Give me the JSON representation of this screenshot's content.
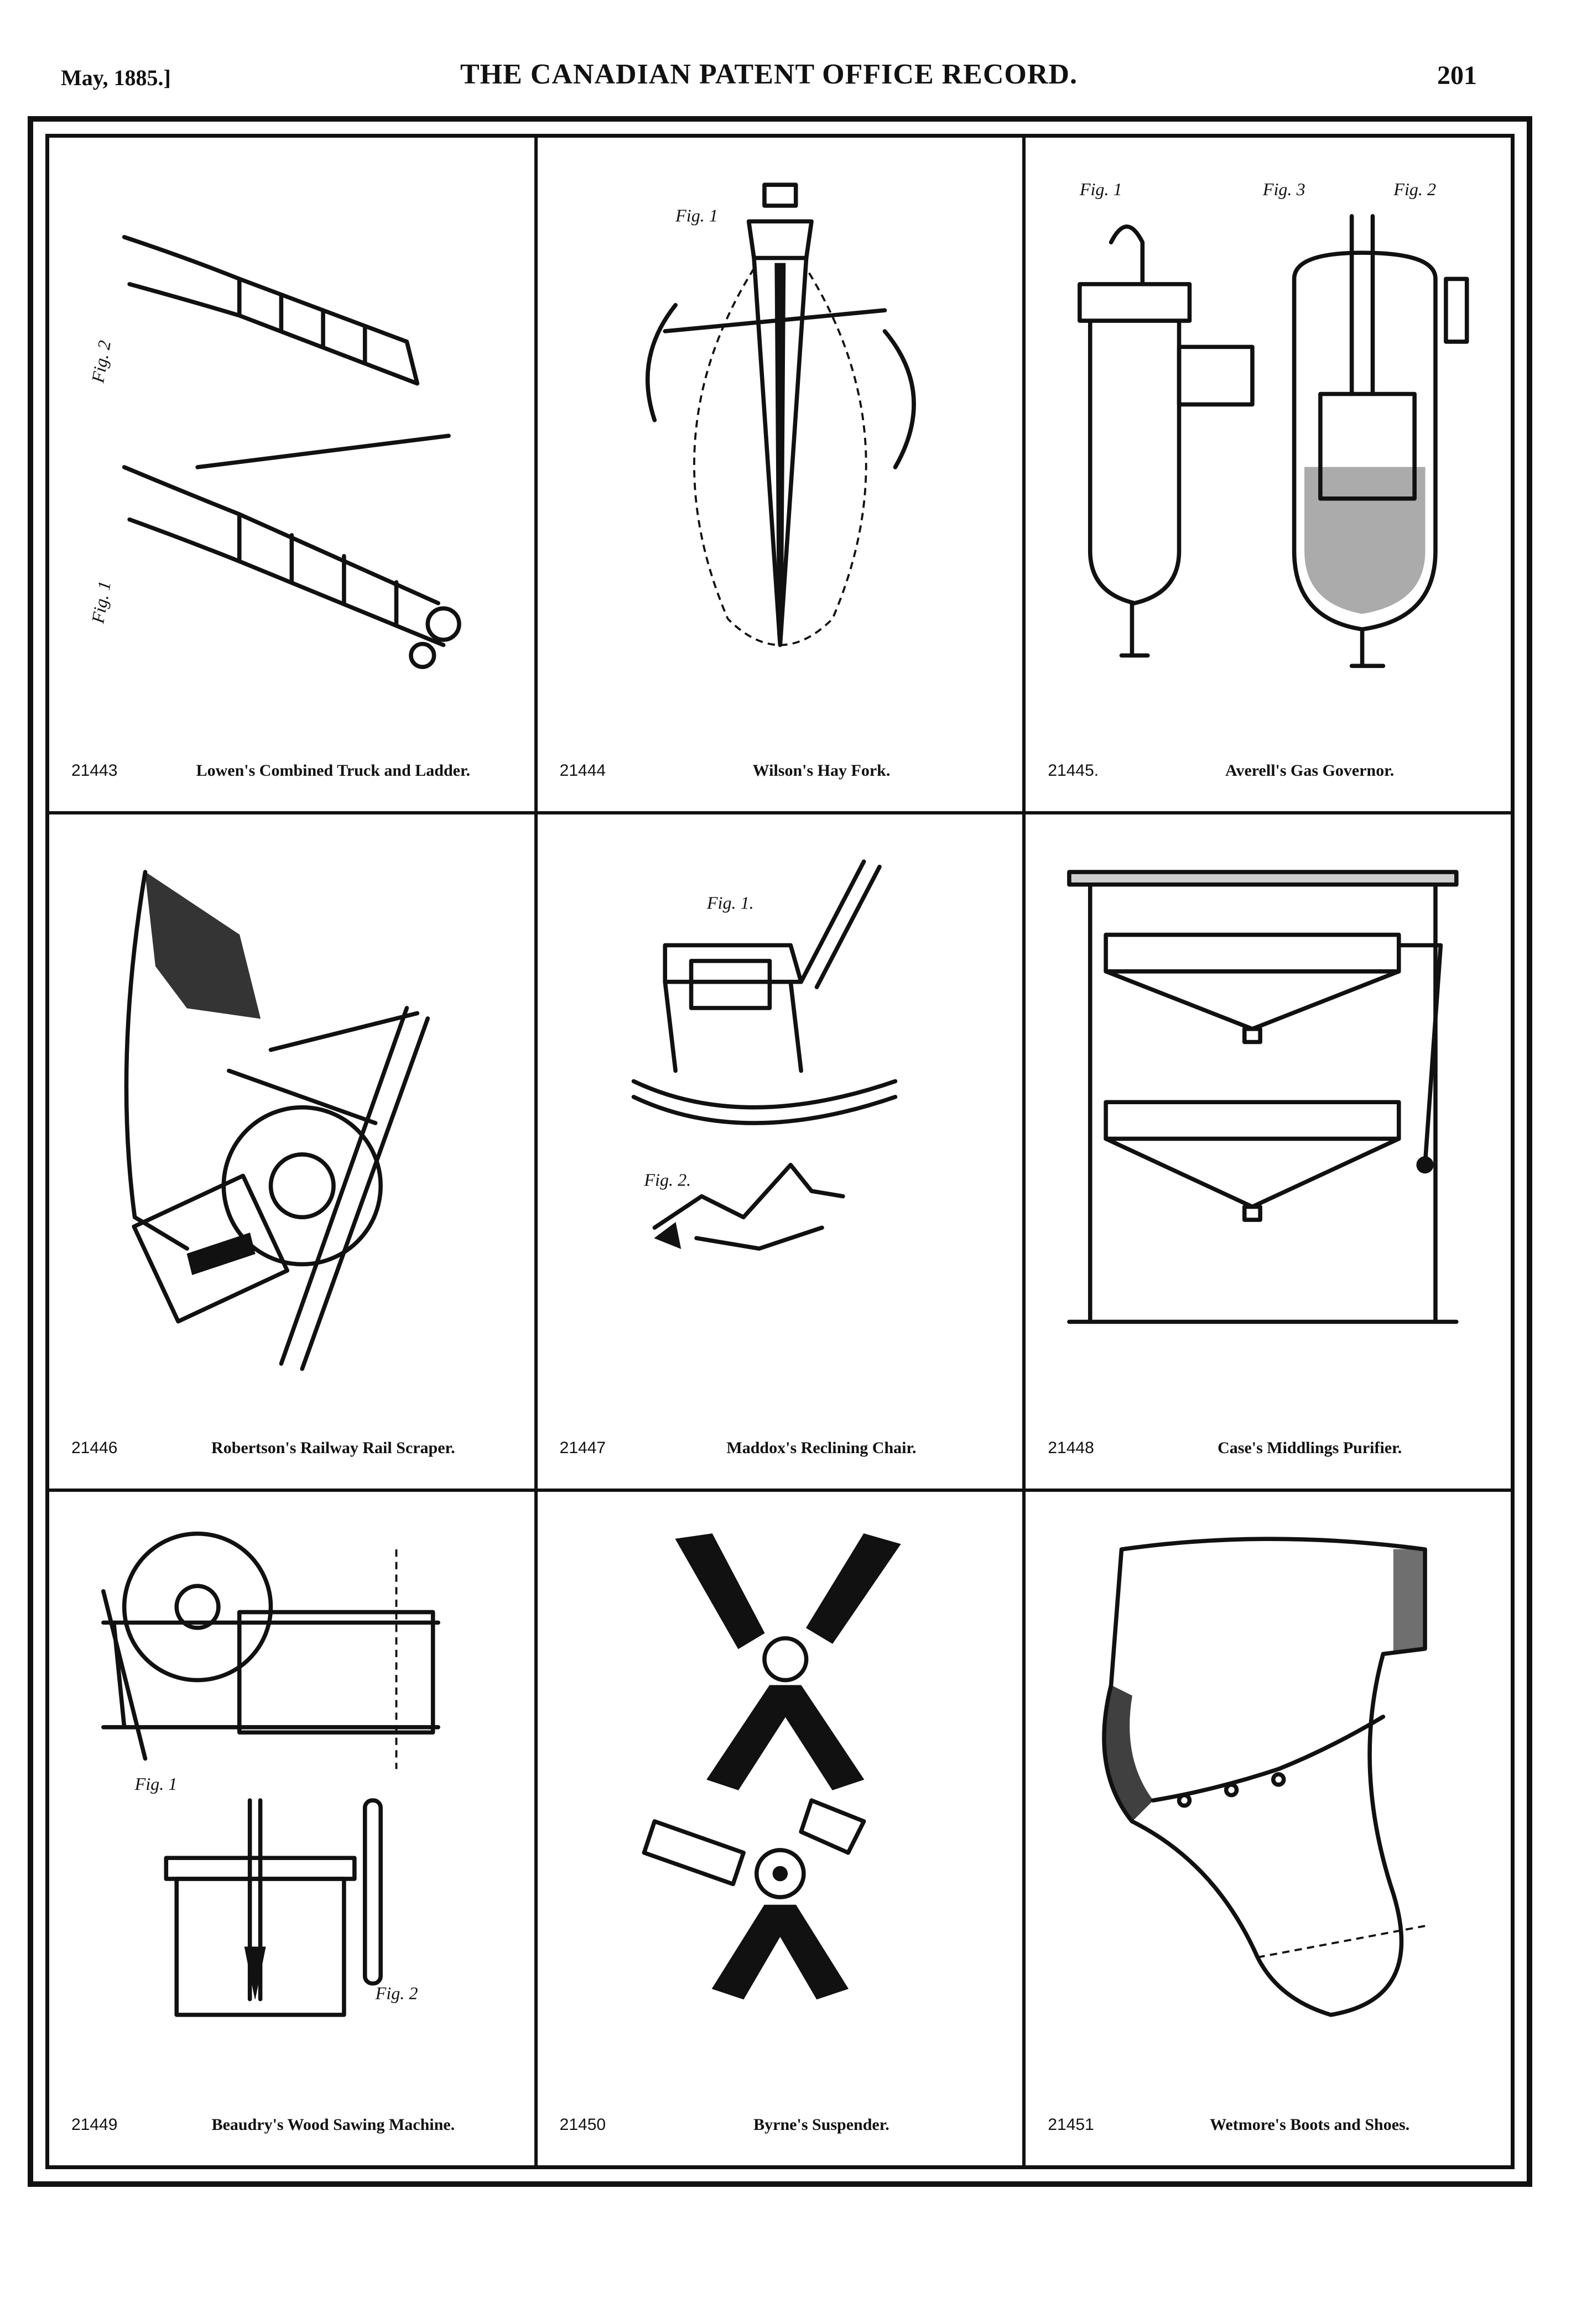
{
  "header": {
    "date": "May, 1885.]",
    "title": "THE CANADIAN PATENT OFFICE RECORD.",
    "page_number": "201"
  },
  "patents": [
    {
      "number": "21443",
      "title": "Lowen's Combined Truck and Ladder.",
      "figure_labels": [
        "Fig. 2",
        "Fig. 1"
      ]
    },
    {
      "number": "21444",
      "title": "Wilson's Hay Fork.",
      "figure_labels": [
        "Fig. 1"
      ]
    },
    {
      "number": "21445.",
      "title": "Averell's Gas Governor.",
      "figure_labels": [
        "Fig. 1",
        "Fig. 3",
        "Fig. 2"
      ]
    },
    {
      "number": "21446",
      "title": "Robertson's Railway Rail Scraper.",
      "figure_labels": []
    },
    {
      "number": "21447",
      "title": "Maddox's Reclining Chair.",
      "figure_labels": [
        "Fig. 1.",
        "Fig. 2."
      ]
    },
    {
      "number": "21448",
      "title": "Case's Middlings Purifier.",
      "figure_labels": []
    },
    {
      "number": "21449",
      "title": "Beaudry's Wood Sawing Machine.",
      "figure_labels": [
        "Fig. 1",
        "Fig. 2"
      ]
    },
    {
      "number": "21450",
      "title": "Byrne's Suspender.",
      "figure_labels": []
    },
    {
      "number": "21451",
      "title": "Wetmore's Boots and Shoes.",
      "figure_labels": []
    }
  ]
}
